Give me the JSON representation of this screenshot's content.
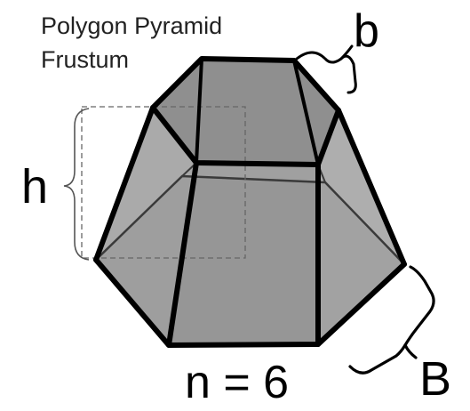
{
  "title": {
    "line1": "Polygon Pyramid",
    "line2": "Frustum"
  },
  "labels": {
    "top_edge": "b",
    "height": "h",
    "bottom_edge": "B",
    "sides": "n = 6"
  },
  "colors": {
    "background": "#ffffff",
    "outline": "#000000",
    "face_dark": "#7d7d7d",
    "face_top": "#8f8f8f",
    "face_back": "#c6c6c6",
    "face_front_side": "#9a9a9a",
    "guide_dash": "#666666"
  }
}
